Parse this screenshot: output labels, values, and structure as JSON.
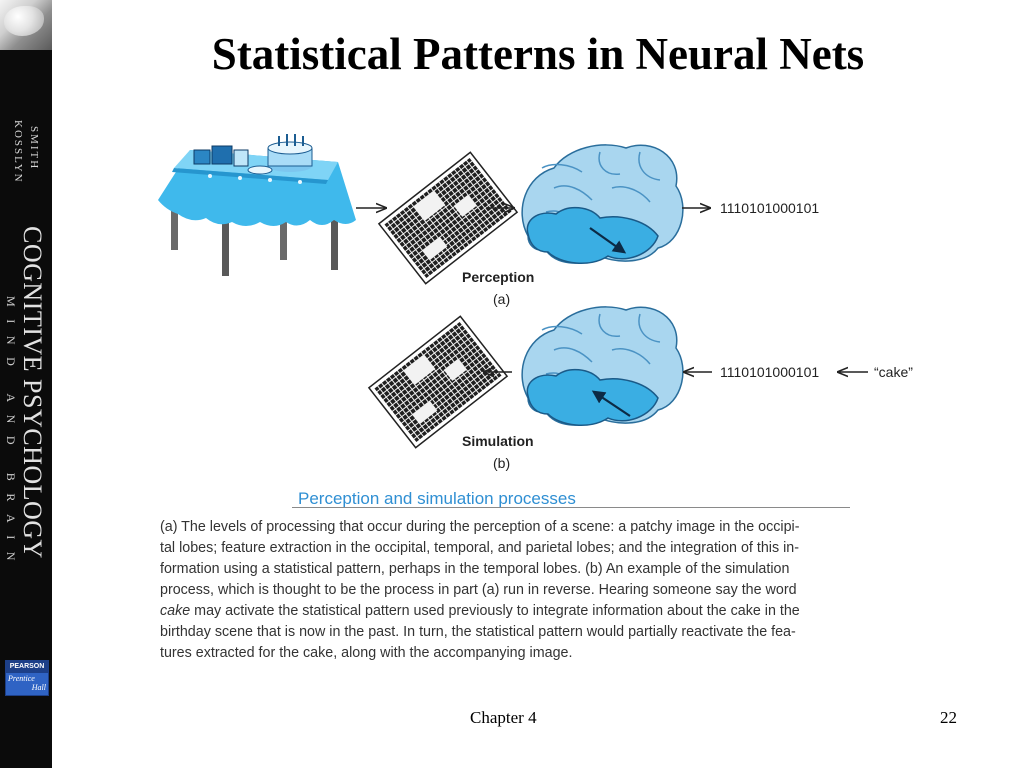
{
  "slide": {
    "title": "Statistical Patterns in Neural Nets",
    "footer": {
      "chapter": "Chapter 4",
      "page": "22"
    }
  },
  "spine": {
    "author_1": "SMITH",
    "author_2": "KOSSLYN",
    "book_title": "COGNITIVE PSYCHOLOGY",
    "book_subtitle": "MIND AND BRAIN",
    "publisher_top": "PEARSON",
    "publisher_bottom_1": "Prentice",
    "publisher_bottom_2": "Hall",
    "background_color": "#0b0b0b"
  },
  "figure": {
    "panel_a": {
      "output_code": "1110101000101",
      "label": "Perception",
      "sub": "(a)"
    },
    "panel_b": {
      "input_code": "1110101000101",
      "input_word": "“cake”",
      "label": "Simulation",
      "sub": "(b)"
    },
    "colors": {
      "tablecloth": "#3fb9ec",
      "brain_light": "#a9d6ef",
      "brain_lobe": "#3aaee3"
    }
  },
  "caption": {
    "title": "Perception and simulation processes",
    "title_color": "#2f8fd3",
    "lines": [
      "(a) The levels of processing that occur during the perception of a scene: a patchy image in the occipi-",
      "tal lobes; feature extraction in the occipital, temporal, and parietal lobes; and the integration of this in-",
      "formation using a statistical pattern, perhaps in the temporal lobes. (b) An example of the simulation",
      "process, which is thought to be the process in part (a) run in reverse. Hearing someone say the word",
      "cake may activate the statistical pattern used previously to integrate information about the cake in the",
      "birthday scene that is now in the past. In turn, the statistical pattern would partially reactivate the fea-",
      "tures extracted for the cake, along with the accompanying image."
    ]
  }
}
